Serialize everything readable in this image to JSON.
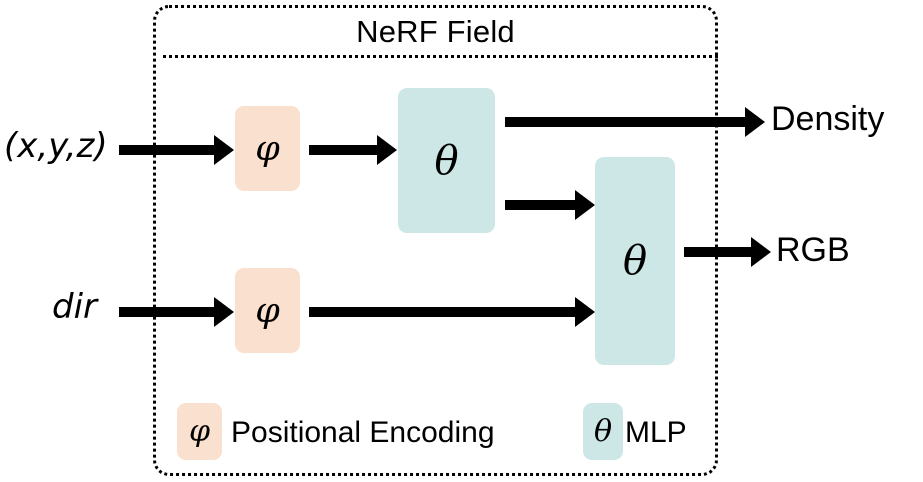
{
  "diagram": {
    "title": "NeRF Field",
    "inputs": [
      {
        "label": "(x,y,z)"
      },
      {
        "label": "dir"
      }
    ],
    "outputs": [
      {
        "label": "Density"
      },
      {
        "label": "RGB"
      }
    ],
    "blocks": [
      {
        "symbol": "φ",
        "kind": "positional-encoding",
        "row": "position"
      },
      {
        "symbol": "φ",
        "kind": "positional-encoding",
        "row": "direction"
      },
      {
        "symbol": "θ",
        "kind": "mlp",
        "row": "position"
      },
      {
        "symbol": "θ",
        "kind": "mlp",
        "row": "color"
      }
    ],
    "legend": [
      {
        "symbol": "φ",
        "label": "Positional Encoding",
        "color": "#FAE0CE"
      },
      {
        "symbol": "θ",
        "label": "MLP",
        "color": "#CCE7E5"
      }
    ],
    "colors": {
      "positional_encoding": "#FAE0CE",
      "mlp": "#CCE7E5",
      "stroke": "#000000",
      "background": "#FFFFFF"
    }
  }
}
